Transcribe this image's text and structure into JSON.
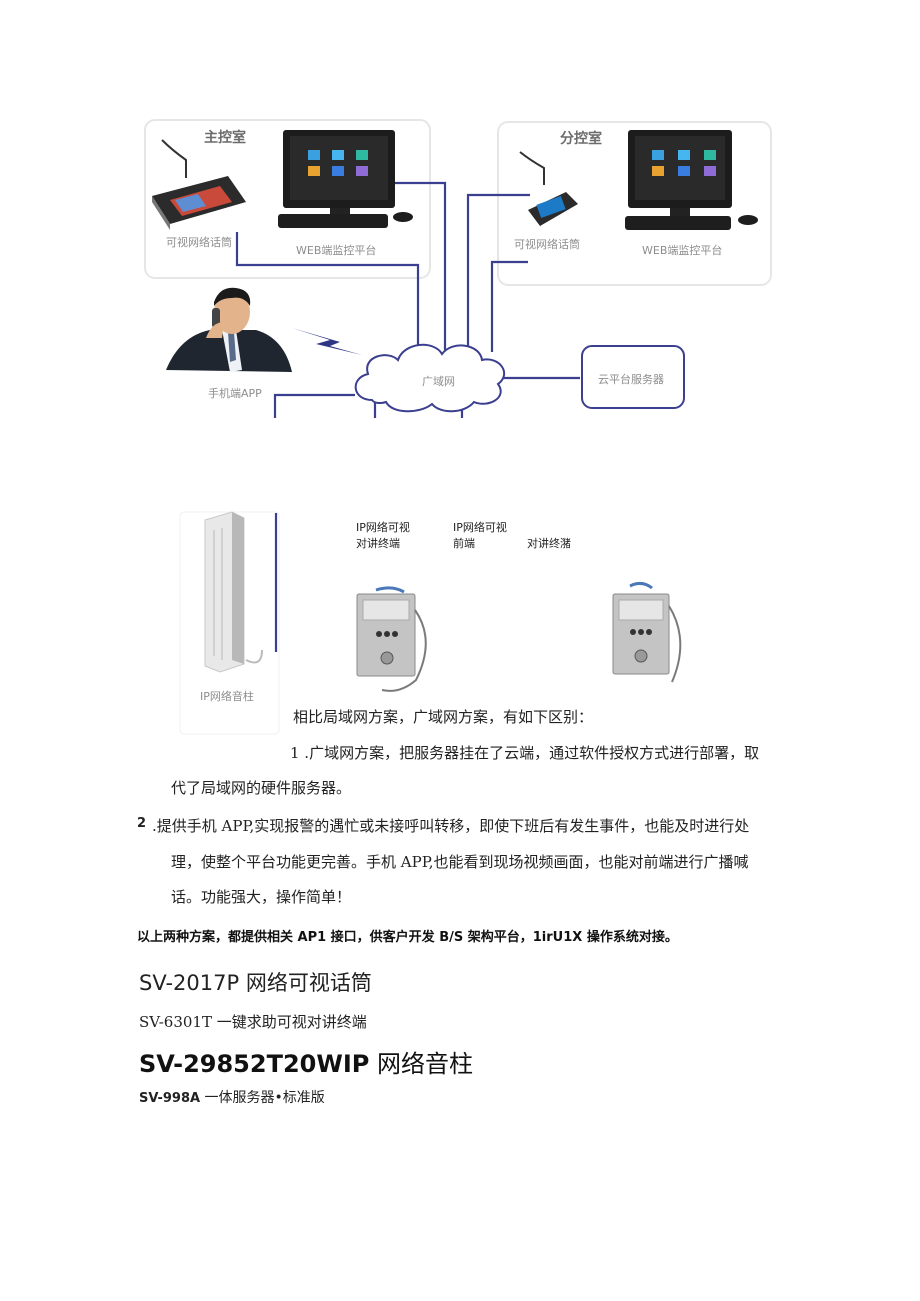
{
  "diagram": {
    "main_room": "主控室",
    "branch_room": "分控室",
    "main_mic_label": "可视网络话筒",
    "main_web_label": "WEB端监控平台",
    "branch_mic_label": "可视网络话筒",
    "branch_web_label": "WEB端监控平台",
    "phone_app_label": "手机端APP",
    "wan_label": "广域网",
    "cloud_server_label": "云平台服务器",
    "speaker_label": "IP网络音柱",
    "terminal1_line1": "IP网络可视",
    "terminal1_line2": "对讲终端",
    "terminal2_line1": "IP网络可视",
    "terminal2_line2": "前端",
    "terminal3_line2": "对讲终潴"
  },
  "text": {
    "intro": "相比局域网方案，广域网方案，有如下区别：",
    "point1_line1": "1 .广域网方案，把服务器挂在了云端，通过软件授权方式进行部署，取",
    "point1_line2": "代了局域网的硬件服务器。",
    "point2_num": "2",
    "point2_line1": " .提供手机 APP,实现报警的遇忙或未接呼叫转移，即使下班后有发生事件，也能及时进行处",
    "point2_line2": "理，使整个平台功能更完善。手机 APP,也能看到现场视频画面，也能对前端进行广播喊",
    "point2_line3": "话。功能强大，操作简单！",
    "summary": "以上两种方案，都提供相关 AP1 接口，供客户开发 B/S 架构平台，1irU1X 操作系统对接。"
  },
  "products": {
    "p1": "SV-2017P 网络可视话筒",
    "p2": "SV-6301T 一键求助可视对讲终端",
    "p3_model": "SV-29852T20WIP",
    "p3_name": " 网络音柱",
    "p4_model": "SV-998A",
    "p4_name": " 一体服务器•标准版"
  },
  "colors": {
    "line": "#3b3f8f",
    "panel_border": "#e6e6e6",
    "label_grey": "#8d8d8d"
  }
}
